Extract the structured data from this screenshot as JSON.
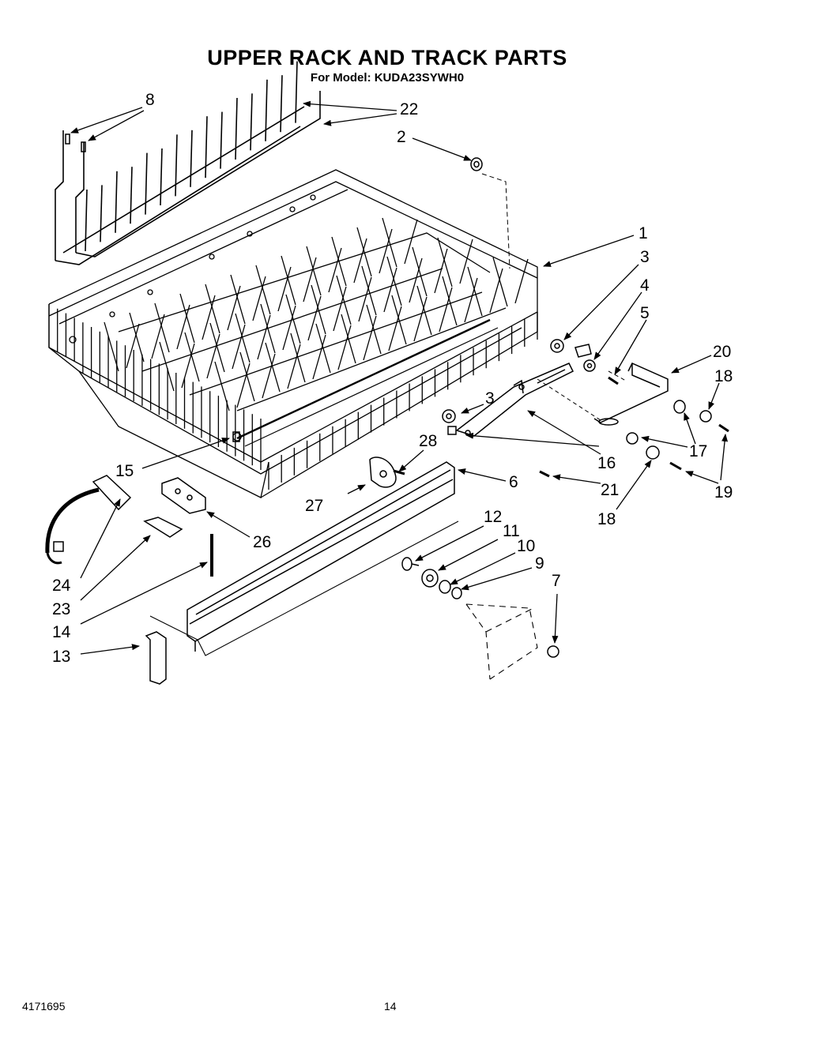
{
  "header": {
    "title": "UPPER RACK AND TRACK PARTS",
    "subtitle": "For Model: KUDA23SYWH0"
  },
  "callouts": [
    {
      "id": "callout-1",
      "text": "1"
    },
    {
      "id": "callout-2",
      "text": "2"
    },
    {
      "id": "callout-3a",
      "text": "3"
    },
    {
      "id": "callout-3b",
      "text": "3"
    },
    {
      "id": "callout-4",
      "text": "4"
    },
    {
      "id": "callout-5",
      "text": "5"
    },
    {
      "id": "callout-6",
      "text": "6"
    },
    {
      "id": "callout-7",
      "text": "7"
    },
    {
      "id": "callout-8",
      "text": "8"
    },
    {
      "id": "callout-9",
      "text": "9"
    },
    {
      "id": "callout-10",
      "text": "10"
    },
    {
      "id": "callout-11",
      "text": "11"
    },
    {
      "id": "callout-12",
      "text": "12"
    },
    {
      "id": "callout-13",
      "text": "13"
    },
    {
      "id": "callout-14",
      "text": "14"
    },
    {
      "id": "callout-15",
      "text": "15"
    },
    {
      "id": "callout-16",
      "text": "16"
    },
    {
      "id": "callout-17",
      "text": "17"
    },
    {
      "id": "callout-18a",
      "text": "18"
    },
    {
      "id": "callout-18b",
      "text": "18"
    },
    {
      "id": "callout-19",
      "text": "19"
    },
    {
      "id": "callout-20",
      "text": "20"
    },
    {
      "id": "callout-21",
      "text": "21"
    },
    {
      "id": "callout-22",
      "text": "22"
    },
    {
      "id": "callout-23",
      "text": "23"
    },
    {
      "id": "callout-24",
      "text": "24"
    },
    {
      "id": "callout-26",
      "text": "26"
    },
    {
      "id": "callout-27",
      "text": "27"
    },
    {
      "id": "callout-28",
      "text": "28"
    }
  ],
  "footer": {
    "doc_number": "4171695",
    "page_number": "14"
  }
}
